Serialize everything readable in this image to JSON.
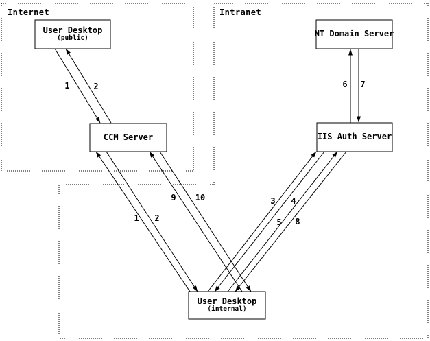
{
  "zones": {
    "internet": {
      "label": "Internet"
    },
    "intranet": {
      "label": "Intranet"
    }
  },
  "nodes": {
    "user_desktop_public": {
      "title": "User Desktop",
      "subtitle": "(public)"
    },
    "ccm_server": {
      "title": "CCM Server"
    },
    "nt_domain_server": {
      "title": "NT Domain Server"
    },
    "iis_auth_server": {
      "title": "IIS Auth Server"
    },
    "user_desktop_internal": {
      "title": "User Desktop",
      "subtitle": "(internal)"
    }
  },
  "flows": {
    "public_to_ccm_request": {
      "label": "1",
      "from": "User Desktop (public)",
      "to": "CCM Server"
    },
    "ccm_to_public_response": {
      "label": "2",
      "from": "CCM Server",
      "to": "User Desktop (public)"
    },
    "internal_to_ccm_request": {
      "label": "1",
      "from": "User Desktop (internal)",
      "to": "CCM Server"
    },
    "ccm_to_internal_response": {
      "label": "2",
      "from": "CCM Server",
      "to": "User Desktop (internal)"
    },
    "internal_to_iis_request_a": {
      "label": "3",
      "from": "User Desktop (internal)",
      "to": "IIS Auth Server"
    },
    "iis_to_internal_response_a": {
      "label": "4",
      "from": "IIS Auth Server",
      "to": "User Desktop (internal)"
    },
    "internal_to_iis_request_b": {
      "label": "5",
      "from": "User Desktop (internal)",
      "to": "IIS Auth Server"
    },
    "iis_to_nt_request": {
      "label": "6",
      "from": "IIS Auth Server",
      "to": "NT Domain Server"
    },
    "nt_to_iis_response": {
      "label": "7",
      "from": "NT Domain Server",
      "to": "IIS Auth Server"
    },
    "iis_to_internal_response_b": {
      "label": "8",
      "from": "IIS Auth Server",
      "to": "User Desktop (internal)"
    },
    "internal_to_ccm_request_2": {
      "label": "9",
      "from": "User Desktop (internal)",
      "to": "CCM Server"
    },
    "ccm_to_internal_response_2": {
      "label": "10",
      "from": "CCM Server",
      "to": "User Desktop (internal)"
    }
  },
  "colors": {
    "line": "#000000",
    "background": "#ffffff"
  }
}
